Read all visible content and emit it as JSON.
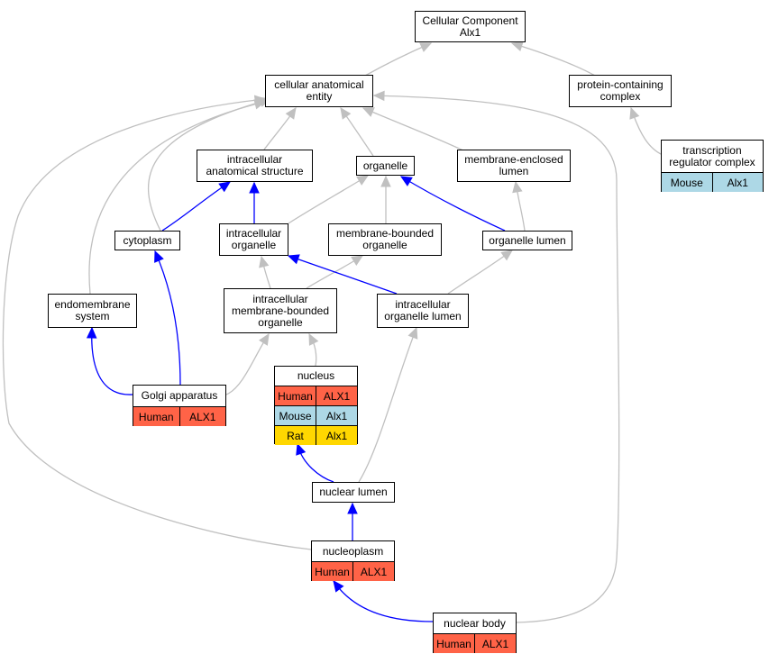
{
  "colors": {
    "gray_edge": "#c0c0c0",
    "blue_edge": "#0000ff",
    "human": "#ff6347",
    "mouse": "#add8e6",
    "rat": "#ffd700"
  },
  "nodes": {
    "root": {
      "label": "Cellular Component\nAlx1"
    },
    "cae": {
      "label": "cellular anatomical\nentity"
    },
    "pcc": {
      "label": "protein-containing\ncomplex"
    },
    "trc": {
      "label": "transcription\nregulator complex",
      "orthologs": [
        {
          "species": "Mouse",
          "gene": "Alx1",
          "color": "mouse"
        }
      ]
    },
    "ias": {
      "label": "intracellular\nanatomical structure"
    },
    "org": {
      "label": "organelle"
    },
    "mel": {
      "label": "membrane-enclosed\nlumen"
    },
    "cyto": {
      "label": "cytoplasm"
    },
    "io": {
      "label": "intracellular\norganelle"
    },
    "mbo": {
      "label": "membrane-bounded\norganelle"
    },
    "ol": {
      "label": "organelle lumen"
    },
    "ems": {
      "label": "endomembrane\nsystem"
    },
    "imbo": {
      "label": "intracellular\nmembrane-bounded\norganelle"
    },
    "iol": {
      "label": "intracellular\norganelle lumen"
    },
    "golgi": {
      "label": "Golgi apparatus",
      "orthologs": [
        {
          "species": "Human",
          "gene": "ALX1",
          "color": "human"
        }
      ]
    },
    "nuc": {
      "label": "nucleus",
      "orthologs": [
        {
          "species": "Human",
          "gene": "ALX1",
          "color": "human"
        },
        {
          "species": "Mouse",
          "gene": "Alx1",
          "color": "mouse"
        },
        {
          "species": "Rat",
          "gene": "Alx1",
          "color": "rat"
        }
      ]
    },
    "nl": {
      "label": "nuclear lumen"
    },
    "np": {
      "label": "nucleoplasm",
      "orthologs": [
        {
          "species": "Human",
          "gene": "ALX1",
          "color": "human"
        }
      ]
    },
    "nb": {
      "label": "nuclear body",
      "orthologs": [
        {
          "species": "Human",
          "gene": "ALX1",
          "color": "human"
        }
      ]
    }
  },
  "edges": [
    {
      "from": "cae",
      "to": "root",
      "kind": "gray"
    },
    {
      "from": "pcc",
      "to": "root",
      "kind": "gray"
    },
    {
      "from": "trc",
      "to": "pcc",
      "kind": "gray"
    },
    {
      "from": "ias",
      "to": "cae",
      "kind": "gray"
    },
    {
      "from": "org",
      "to": "cae",
      "kind": "gray"
    },
    {
      "from": "mel",
      "to": "cae",
      "kind": "gray"
    },
    {
      "from": "cyto",
      "to": "cae",
      "kind": "gray"
    },
    {
      "from": "ems",
      "to": "cae",
      "kind": "gray"
    },
    {
      "from": "np",
      "to": "cae",
      "kind": "gray"
    },
    {
      "from": "nb",
      "to": "cae",
      "kind": "gray"
    },
    {
      "from": "cyto",
      "to": "ias",
      "kind": "blue"
    },
    {
      "from": "io",
      "to": "ias",
      "kind": "blue"
    },
    {
      "from": "io",
      "to": "org",
      "kind": "gray"
    },
    {
      "from": "mbo",
      "to": "org",
      "kind": "gray"
    },
    {
      "from": "ol",
      "to": "org",
      "kind": "blue"
    },
    {
      "from": "ol",
      "to": "mel",
      "kind": "gray"
    },
    {
      "from": "imbo",
      "to": "io",
      "kind": "gray"
    },
    {
      "from": "imbo",
      "to": "mbo",
      "kind": "gray"
    },
    {
      "from": "iol",
      "to": "io",
      "kind": "blue"
    },
    {
      "from": "iol",
      "to": "ol",
      "kind": "gray"
    },
    {
      "from": "golgi",
      "to": "ems",
      "kind": "blue"
    },
    {
      "from": "golgi",
      "to": "cyto",
      "kind": "blue"
    },
    {
      "from": "golgi",
      "to": "imbo",
      "kind": "gray"
    },
    {
      "from": "nuc",
      "to": "imbo",
      "kind": "gray"
    },
    {
      "from": "nl",
      "to": "nuc",
      "kind": "blue"
    },
    {
      "from": "nl",
      "to": "iol",
      "kind": "gray"
    },
    {
      "from": "np",
      "to": "nl",
      "kind": "blue"
    },
    {
      "from": "nb",
      "to": "np",
      "kind": "blue"
    }
  ]
}
